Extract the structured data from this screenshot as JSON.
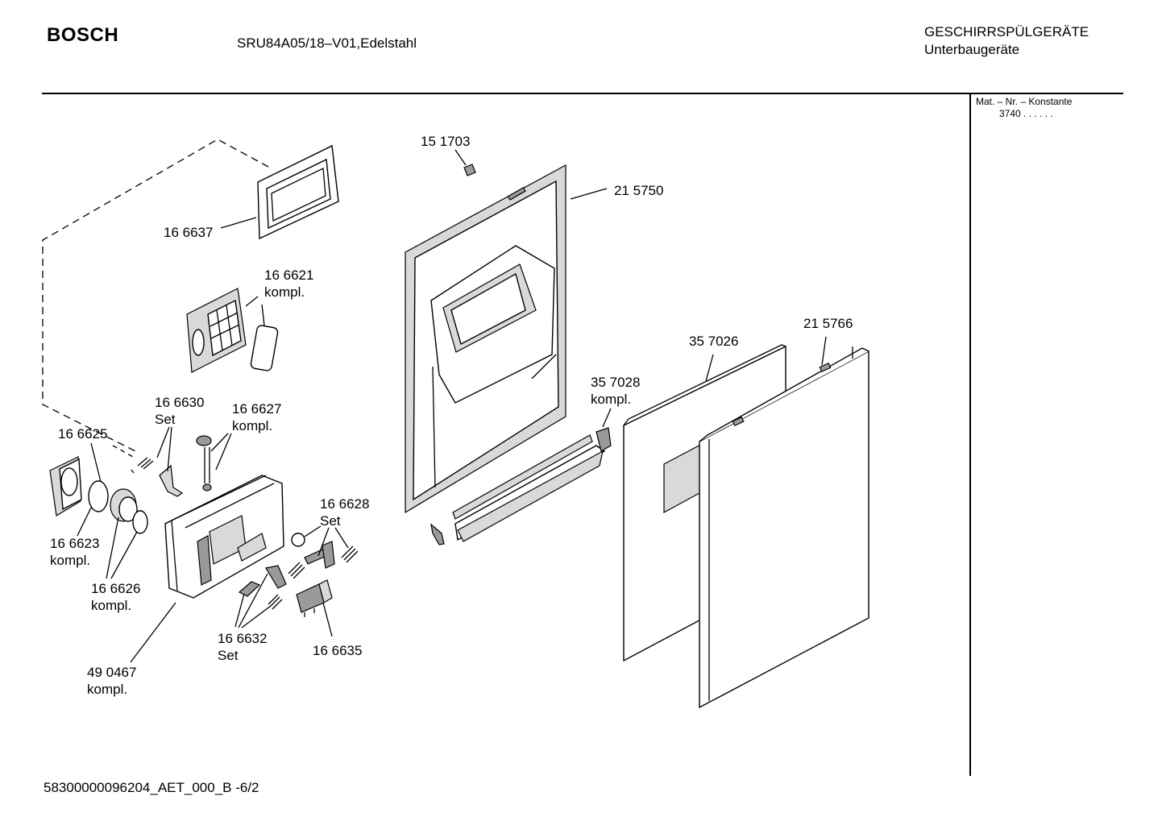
{
  "header": {
    "brand": "BOSCH",
    "model": "SRU84A05/18–V01,Edelstahl",
    "category_line1": "GESCHIRRSPÜLGERÄTE",
    "category_line2": "Unterbaugeräte"
  },
  "side_panel": {
    "mat_label": "Mat. – Nr. – Konstante",
    "mat_value": "3740  .  .  .  .  .  ."
  },
  "footer": {
    "doc_id": "58300000096204_AET_000_B -6/2"
  },
  "callouts": [
    {
      "id": "c-151703",
      "lines": [
        "15 1703"
      ]
    },
    {
      "id": "c-215750",
      "lines": [
        "21 5750"
      ]
    },
    {
      "id": "c-166637",
      "lines": [
        "16 6637"
      ]
    },
    {
      "id": "c-166621",
      "lines": [
        "16 6621",
        "kompl."
      ]
    },
    {
      "id": "c-215766",
      "lines": [
        "21 5766"
      ]
    },
    {
      "id": "c-357026",
      "lines": [
        "35 7026"
      ]
    },
    {
      "id": "c-357028",
      "lines": [
        "35 7028",
        "kompl."
      ]
    },
    {
      "id": "c-166630",
      "lines": [
        "16 6630",
        "Set"
      ]
    },
    {
      "id": "c-166627",
      "lines": [
        "16 6627",
        "kompl."
      ]
    },
    {
      "id": "c-166625",
      "lines": [
        "16 6625"
      ]
    },
    {
      "id": "c-166628",
      "lines": [
        "16 6628",
        "Set"
      ]
    },
    {
      "id": "c-166623",
      "lines": [
        "16 6623",
        "kompl."
      ]
    },
    {
      "id": "c-166626",
      "lines": [
        "16 6626",
        "kompl."
      ]
    },
    {
      "id": "c-166632",
      "lines": [
        "16 6632",
        "Set"
      ]
    },
    {
      "id": "c-166635",
      "lines": [
        "16 6635"
      ]
    },
    {
      "id": "c-490467",
      "lines": [
        "49 0467",
        "kompl."
      ]
    }
  ]
}
